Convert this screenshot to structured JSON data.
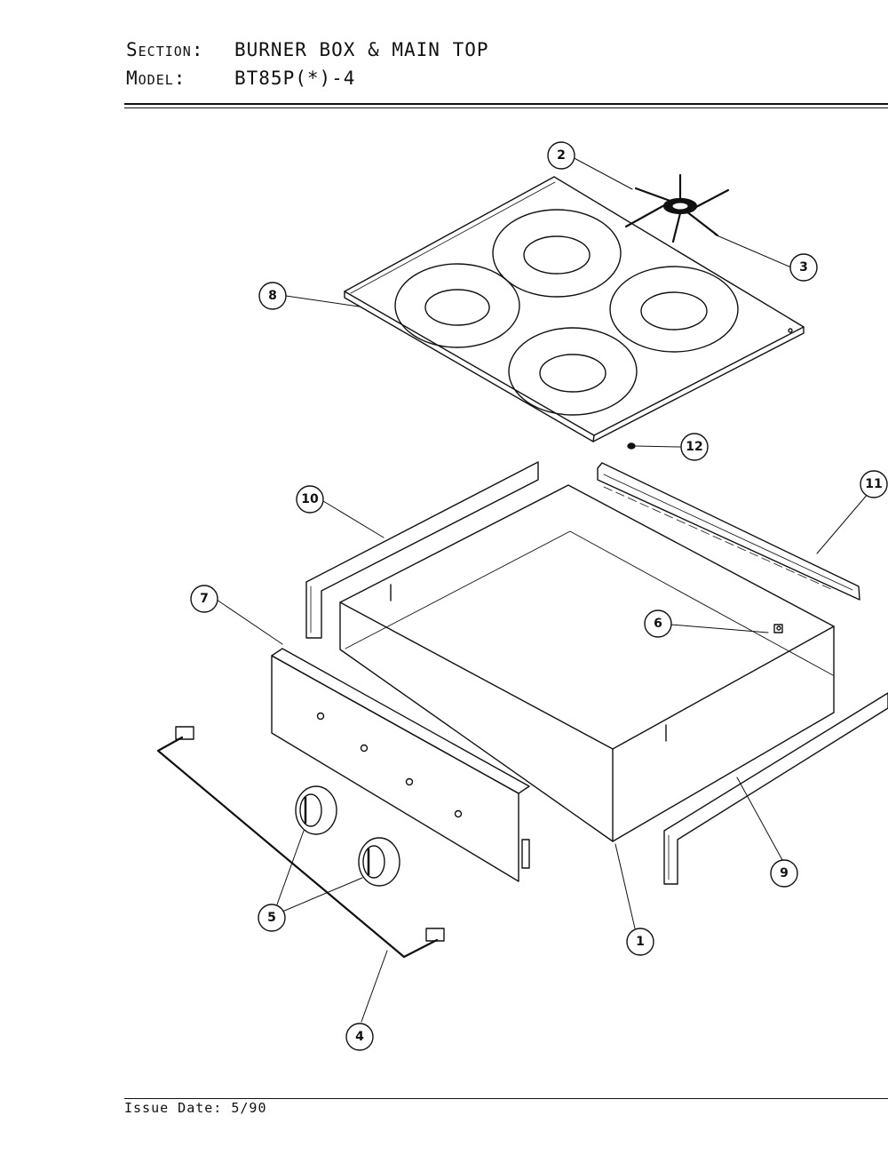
{
  "header": {
    "section_label": "Section:",
    "section_value": "BURNER BOX & MAIN TOP",
    "model_label": "Model:",
    "model_value": "BT85P(*)-4"
  },
  "footer": {
    "issue_date": "Issue Date: 5/90"
  },
  "callouts": [
    {
      "id": "1",
      "label": "1"
    },
    {
      "id": "2",
      "label": "2"
    },
    {
      "id": "3",
      "label": "3"
    },
    {
      "id": "4",
      "label": "4"
    },
    {
      "id": "5",
      "label": "5"
    },
    {
      "id": "6",
      "label": "6"
    },
    {
      "id": "7",
      "label": "7"
    },
    {
      "id": "8",
      "label": "8"
    },
    {
      "id": "9",
      "label": "9"
    },
    {
      "id": "10",
      "label": "10"
    },
    {
      "id": "11",
      "label": "11"
    },
    {
      "id": "12",
      "label": "12"
    }
  ]
}
